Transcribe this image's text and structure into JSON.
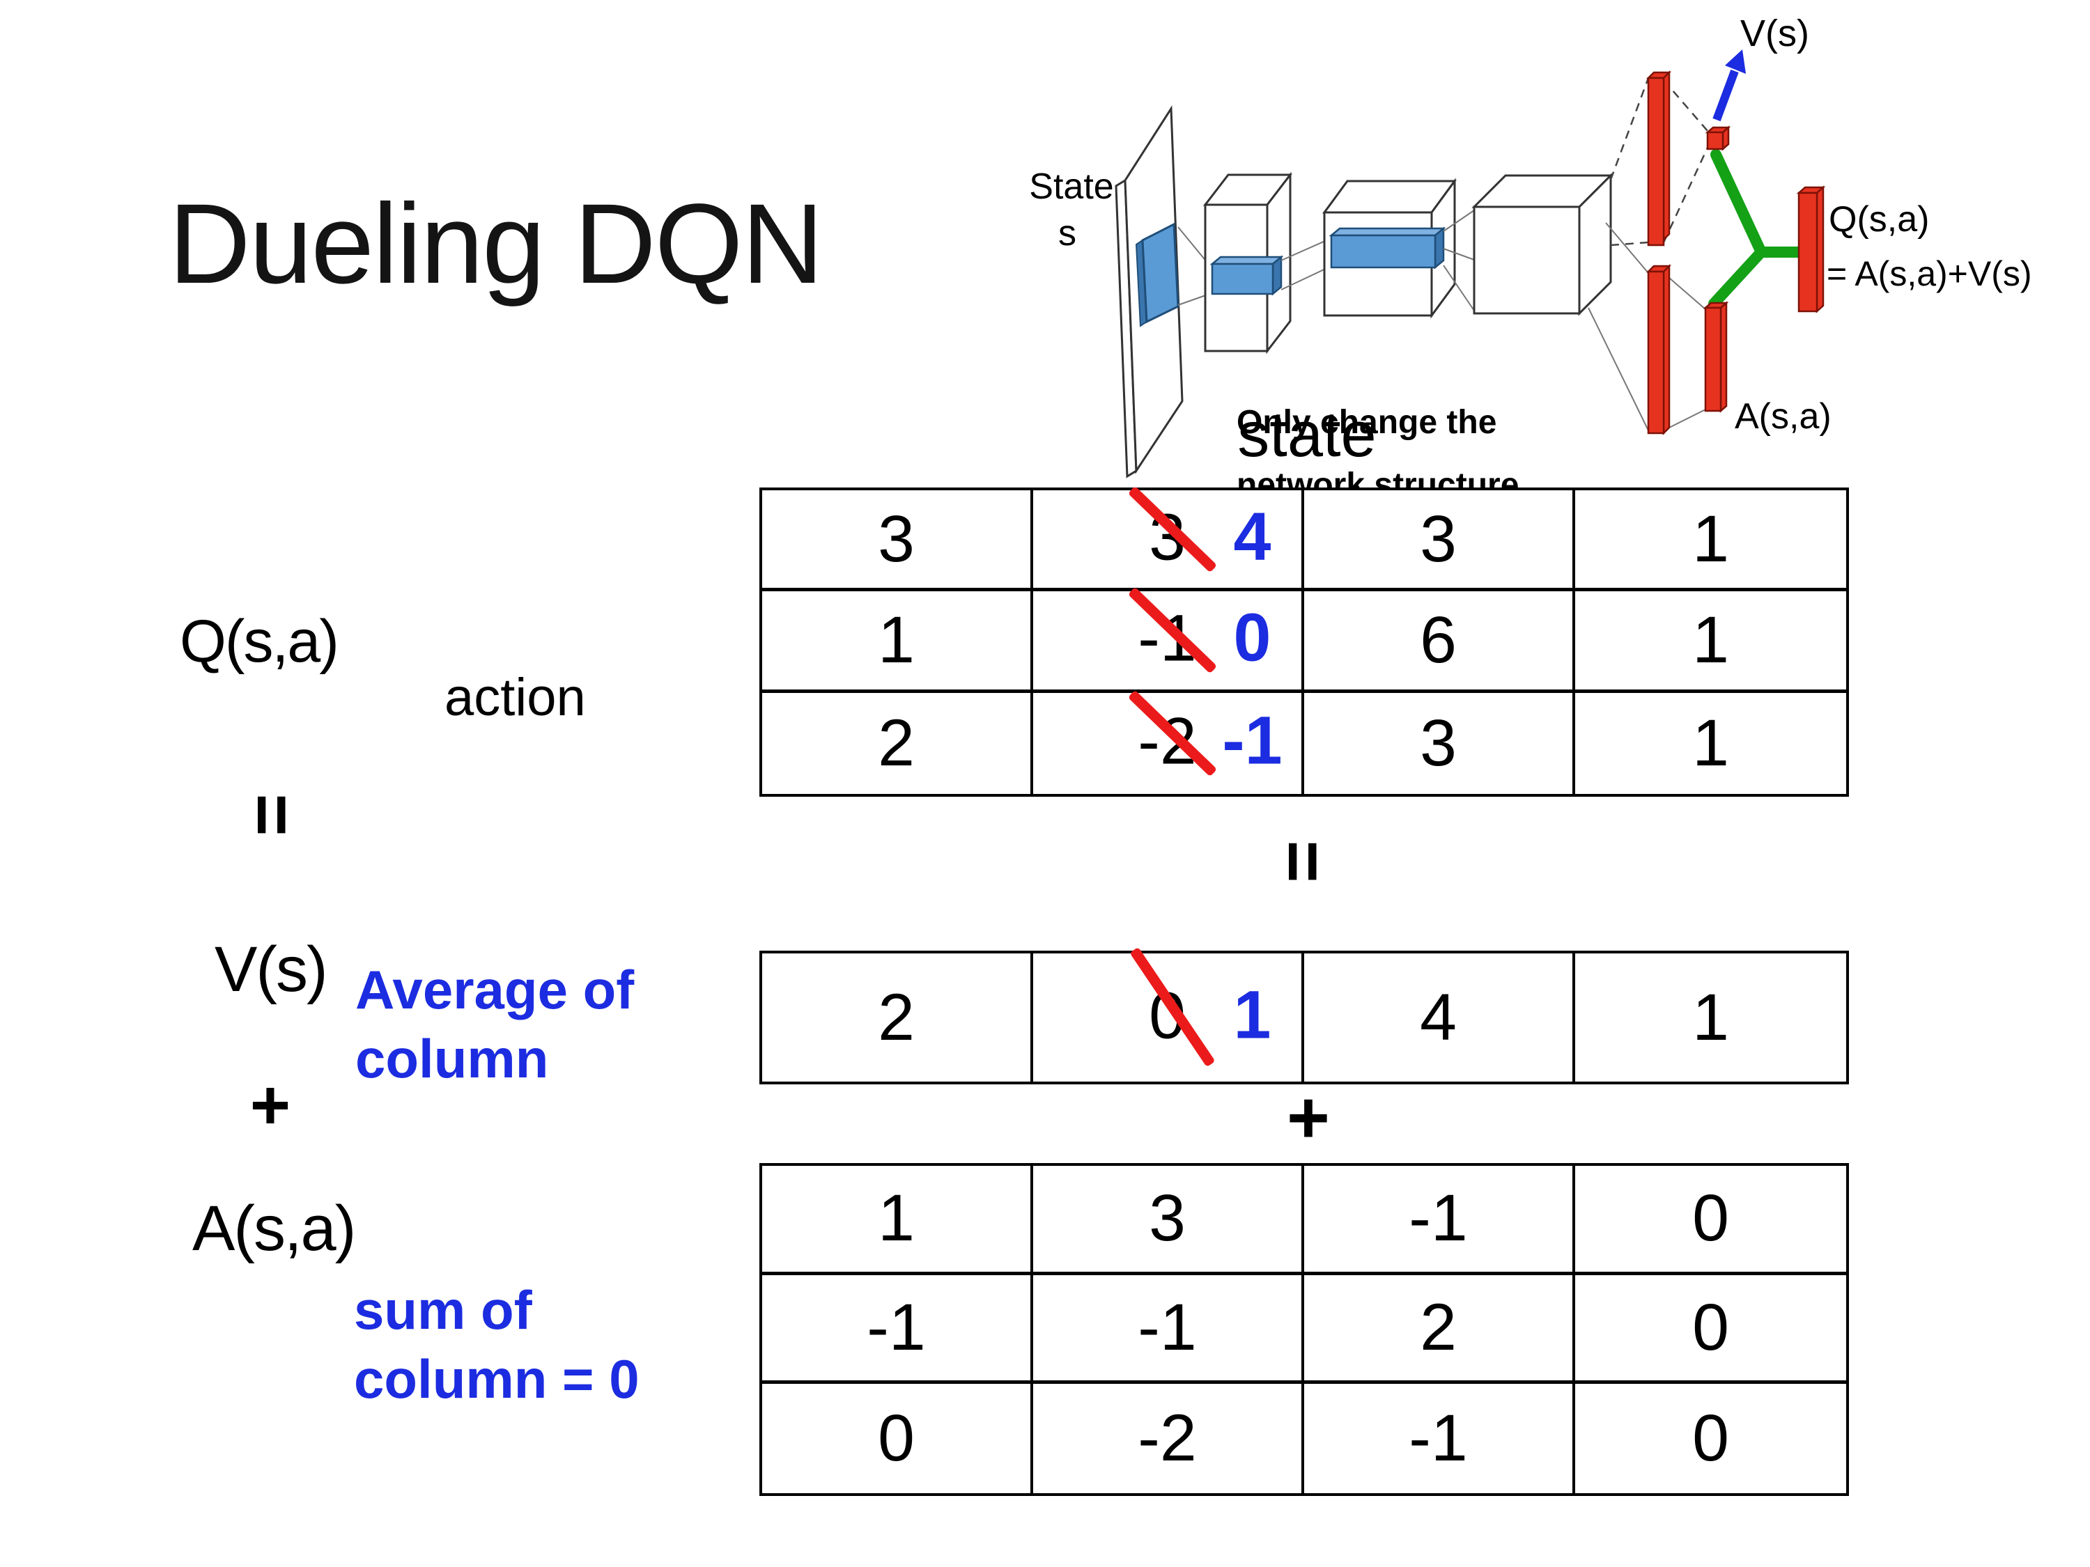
{
  "slide": {
    "title": "Dueling DQN"
  },
  "colors": {
    "accent_blue": "#1c2ce0",
    "strike_red": "#ec1b1b",
    "network_green": "#14a116",
    "bar_red": "#e63320"
  },
  "diagram": {
    "state_line1": "State",
    "state_line2": "s",
    "note_line1": "Only change the",
    "note_line2": "network structure",
    "v_out_label": "V(s)",
    "q_out_label_line1": "Q(s,a)",
    "q_out_label_line2": "= A(s,a)+V(s)",
    "a_out_label": "A(s,a)"
  },
  "equation": {
    "q_label": "Q(s,a)",
    "equals_rotated": "=",
    "v_label": "V(s)",
    "plus_left": "+",
    "a_label": "A(s,a)",
    "action_label": "action",
    "state_label": "state",
    "equals_mid": "=",
    "plus_mid": "+",
    "avg_note_line1": "Average of",
    "avg_note_line2": "column",
    "sum_note_line1": "sum of",
    "sum_note_line2": "column = 0"
  },
  "q_table": {
    "rows": [
      [
        "3",
        {
          "old": "3",
          "new": "4"
        },
        "3",
        "1"
      ],
      [
        "1",
        {
          "old": "-1",
          "new": "0"
        },
        "6",
        "1"
      ],
      [
        "2",
        {
          "old": "-2",
          "new": "-1"
        },
        "3",
        "1"
      ]
    ]
  },
  "v_table": {
    "cells": [
      "2",
      {
        "old": "0",
        "new": "1"
      },
      "4",
      "1"
    ]
  },
  "a_table": {
    "rows": [
      [
        "1",
        "3",
        "-1",
        "0"
      ],
      [
        "-1",
        "-1",
        "2",
        "0"
      ],
      [
        "0",
        "-2",
        "-1",
        "0"
      ]
    ]
  }
}
